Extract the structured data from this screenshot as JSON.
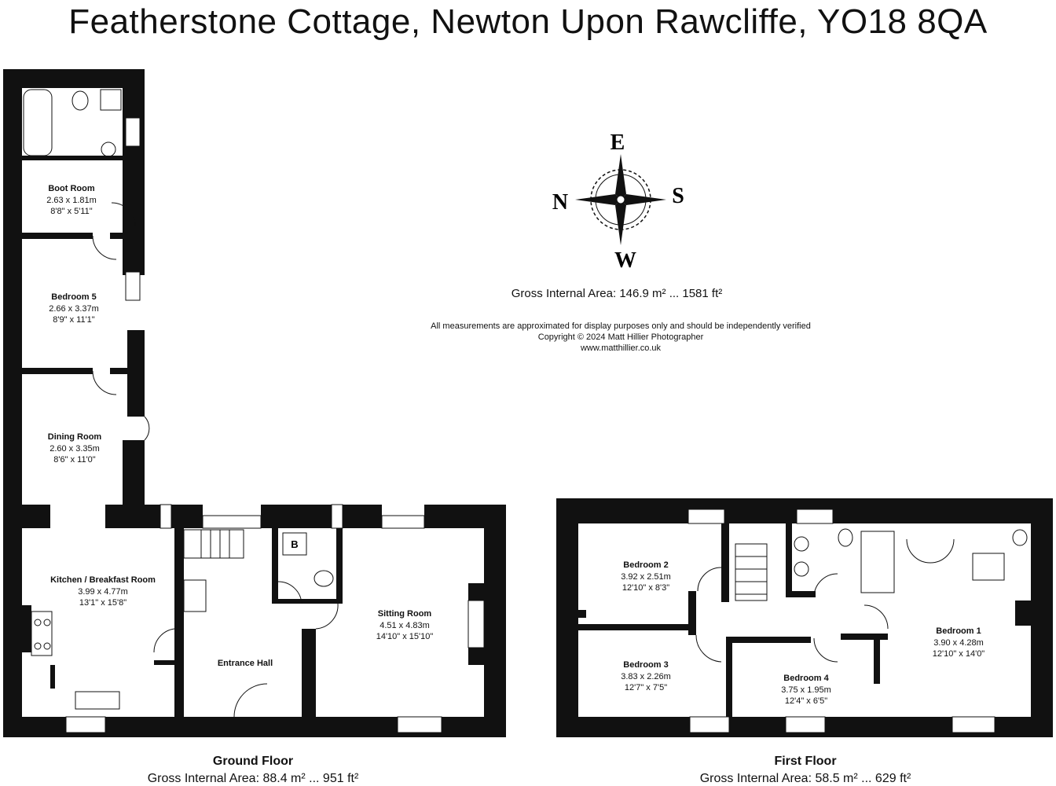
{
  "title": "Featherstone Cottage, Newton Upon Rawcliffe, YO18 8QA",
  "compass": {
    "top": "E",
    "left": "N",
    "right": "S",
    "bottom": "W"
  },
  "gross_area": "Gross Internal Area: 146.9 m² ... 1581 ft²",
  "disclaimer": {
    "line1": "All measurements are approximated for display purposes only and should be independently verified",
    "line2": "Copyright © 2024 Matt Hillier Photographer",
    "line3": "www.matthillier.co.uk"
  },
  "ground_floor": {
    "name": "Ground Floor",
    "area": "Gross Internal Area: 88.4 m² ... 951 ft²",
    "rooms": [
      {
        "name": "Boot Room",
        "metric": "2.63 x 1.81m",
        "imperial": "8'8\" x 5'11\""
      },
      {
        "name": "Bedroom 5",
        "metric": "2.66 x 3.37m",
        "imperial": "8'9\" x 11'1\""
      },
      {
        "name": "Dining Room",
        "metric": "2.60 x 3.35m",
        "imperial": "8'6\" x 11'0\""
      },
      {
        "name": "Kitchen / Breakfast Room",
        "metric": "3.99 x 4.77m",
        "imperial": "13'1\" x 15'8\""
      },
      {
        "name": "Entrance Hall"
      },
      {
        "name": "Sitting Room",
        "metric": "4.51 x 4.83m",
        "imperial": "14'10\" x 15'10\""
      }
    ],
    "boiler_label": "B"
  },
  "first_floor": {
    "name": "First Floor",
    "area": "Gross Internal Area: 58.5 m² ... 629 ft²",
    "rooms": [
      {
        "name": "Bedroom 2",
        "metric": "3.92 x 2.51m",
        "imperial": "12'10\" x 8'3\""
      },
      {
        "name": "Bedroom 3",
        "metric": "3.83 x 2.26m",
        "imperial": "12'7\" x 7'5\""
      },
      {
        "name": "Bedroom 4",
        "metric": "3.75 x 1.95m",
        "imperial": "12'4\" x 6'5\""
      },
      {
        "name": "Bedroom 1",
        "metric": "3.90 x 4.28m",
        "imperial": "12'10\" x 14'0\""
      }
    ]
  }
}
